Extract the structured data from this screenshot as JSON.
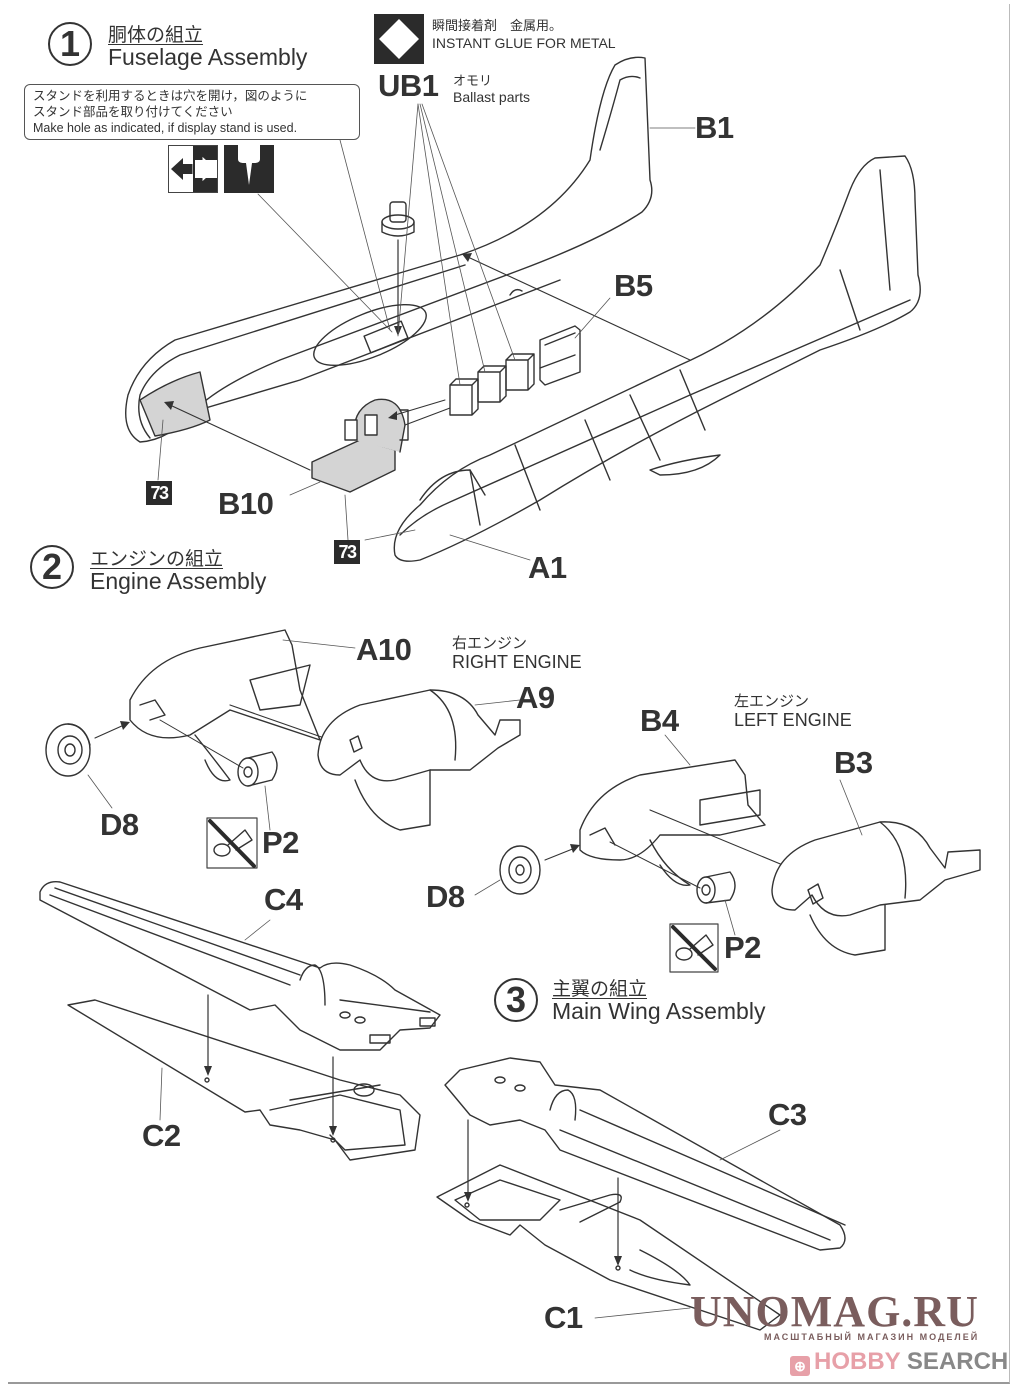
{
  "steps": [
    {
      "number": "1",
      "title_jp": "胴体の組立",
      "title_en": "Fuselage Assembly"
    },
    {
      "number": "2",
      "title_jp": "エンジンの組立",
      "title_en": "Engine Assembly"
    },
    {
      "number": "3",
      "title_jp": "主翼の組立",
      "title_en": "Main Wing Assembly"
    }
  ],
  "stand_note": {
    "jp_line1": "スタンドを利用するときは穴を開け，図のように",
    "jp_line2": "スタンド部品を取り付けてください",
    "en": "Make hole as indicated, if display stand is used."
  },
  "glue_note": {
    "icon": "instant-glue-diamond-icon",
    "jp": "瞬間接着剤　金属用。",
    "en": "INSTANT  GLUE  FOR METAL"
  },
  "ballast": {
    "part": "UB1",
    "jp": "オモリ",
    "en": "Ballast parts"
  },
  "engines": {
    "right": {
      "jp": "右エンジン",
      "en": "RIGHT ENGINE"
    },
    "left": {
      "jp": "左エンジン",
      "en": "LEFT ENGINE"
    }
  },
  "part_labels": {
    "B1": "B1",
    "B5": "B5",
    "B10": "B10",
    "A1": "A1",
    "A10": "A10",
    "A9": "A9",
    "D8_right": "D8",
    "P2_right": "P2",
    "B4": "B4",
    "B3": "B3",
    "D8_left": "D8",
    "P2_left": "P2",
    "C4": "C4",
    "C2": "C2",
    "C3": "C3",
    "C1": "C1"
  },
  "paint_codes": [
    "73",
    "73"
  ],
  "icons": {
    "drill_hole": "drill-hole-icon",
    "open_hole": "open-hole-icon",
    "no_glue": "no-glue-icon"
  },
  "watermark": {
    "site": "UNOMAG.RU",
    "tagline": "МАСШТАБНЫЙ МАГАЗИН МОДЕЛЕЙ",
    "hobby": "HOBBY",
    "search": "SEARCH"
  }
}
